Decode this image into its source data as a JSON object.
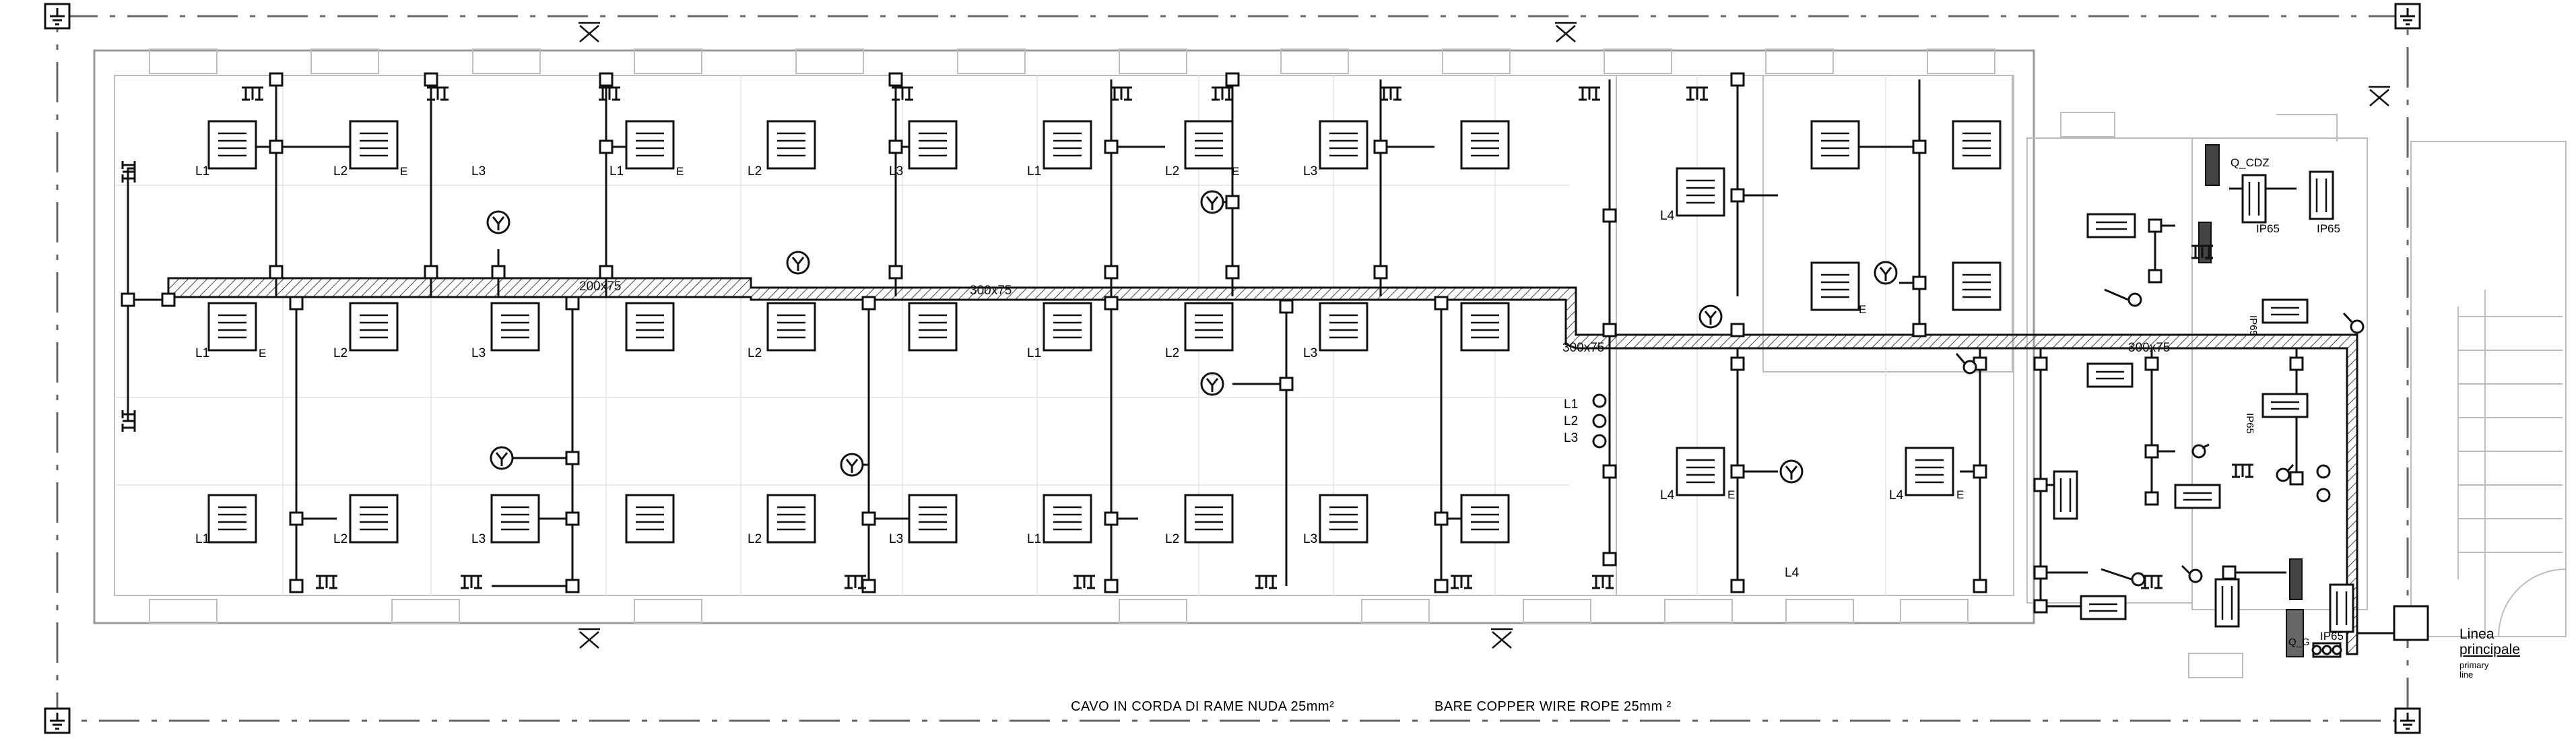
{
  "labels": {
    "phase_l1": "L1",
    "phase_l2": "L2",
    "phase_l3": "L3",
    "phase_l4": "L4",
    "earth_mark": "E",
    "ip65": "IP65",
    "ip65_rot": "IP65",
    "q_cdz": "Q_CDZ",
    "q_label": "Q_G",
    "tray_200x75": "200x75",
    "tray_300x75_a": "300x75",
    "tray_300x75_b": "300x75",
    "tray_300x75_c": "300x75",
    "linea_principale_1": "Linea",
    "linea_principale_2": "principale",
    "primary_line_1": "primary",
    "primary_line_2": "line"
  },
  "footer": {
    "note_it": "CAVO IN CORDA DI RAME NUDA 25mm²",
    "note_en": "BARE COPPER WIRE ROPE 25mm ²"
  },
  "icons": [
    "earth-ground-icon",
    "section-cut-icon",
    "socket-outlet-icon",
    "luminaire-icon",
    "junction-box-icon",
    "switch-icon",
    "panel-icon"
  ]
}
